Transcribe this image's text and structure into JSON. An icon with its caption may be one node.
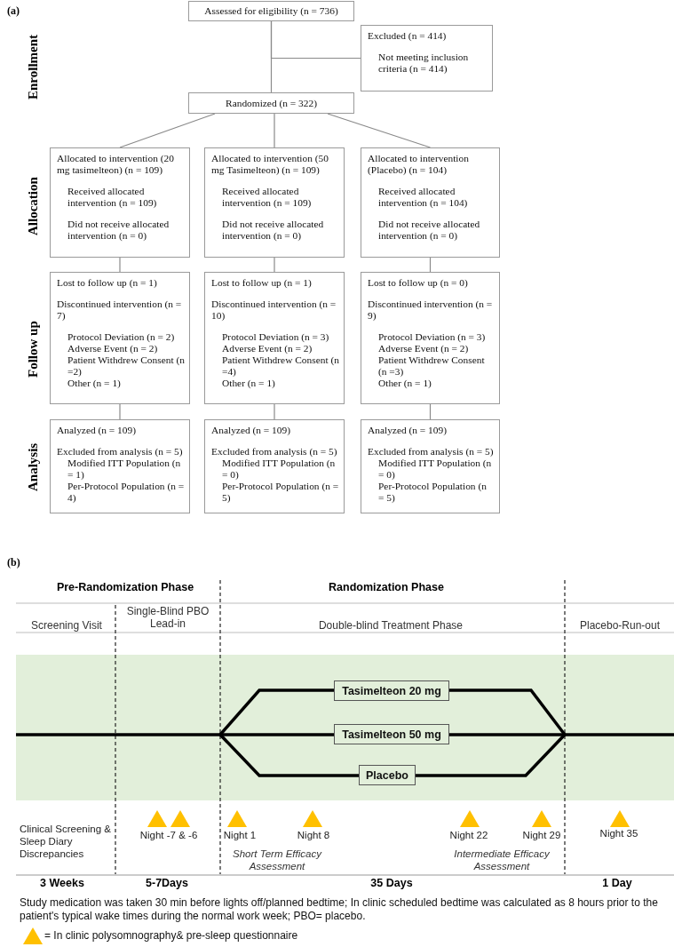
{
  "diagram": {
    "nodes": [
      {
        "text": [
          "Assessed for eligibility (n = 736)"
        ]
      },
      {
        "text": [
          "Excluded (n = 414)",
          "Not meeting inclusion criteria (n = 414)"
        ]
      },
      {
        "text": [
          "Randomized (n = 322)"
        ]
      },
      {
        "text": [
          "Allocated to intervention (20 mg tasimelteon) (n = 109)",
          "Received allocated intervention (n = 109)",
          "Did not receive allocated intervention (n = 0)"
        ]
      },
      {
        "text": [
          "Allocated to intervention (50 mg Tasimelteon) (n = 109)",
          "Received allocated intervention (n = 109)",
          "Did not receive allocated intervention (n = 0)"
        ]
      },
      {
        "text": [
          "Allocated to intervention (Placebo) (n = 104)",
          "Received allocated intervention (n = 104)",
          "Did not receive allocated intervention (n = 0)"
        ]
      },
      {
        "text": [
          "Lost to follow up (n = 1)",
          "Discontinued intervention (n = 7)",
          "Protocol Deviation (n = 2)",
          "Adverse Event (n = 2)",
          "Patient Withdrew Consent (n =2)",
          "Other (n = 1)"
        ]
      },
      {
        "text": [
          "Lost to follow up (n = 1)",
          "Discontinued intervention (n = 10)",
          "Protocol Deviation (n = 3)",
          "Adverse Event (n = 2)",
          "Patient Withdrew Consent (n =4)",
          "Other (n = 1)"
        ]
      },
      {
        "text": [
          "Lost to follow up (n = 0)",
          "Discontinued intervention (n = 9)",
          "Protocol Deviation (n = 3)",
          "Adverse Event (n = 2)",
          "Patient Withdrew Consent (n =3)",
          "Other (n = 1)"
        ]
      },
      {
        "text": [
          "Analyzed (n = 109)",
          "Excluded from analysis (n = 5)",
          "Modified ITT Population (n = 1)",
          "Per-Protocol Population (n = 4)"
        ]
      },
      {
        "text": [
          "Analyzed (n = 109)",
          "Excluded from analysis (n = 5)",
          "Modified ITT Population (n = 0)",
          "Per-Protocol Population (n = 5)"
        ]
      },
      {
        "text": [
          "Analyzed (n = 109)",
          "Excluded from analysis (n = 5)",
          "Modified ITT Population (n = 0)",
          "Per-Protocol Population (n = 5)"
        ]
      },
      {
        "text": [
          "Tasimelteon 20 mg"
        ]
      },
      {
        "text": [
          "Tasimelteon 50 mg"
        ]
      },
      {
        "text": [
          "Placebo"
        ]
      }
    ],
    "edges": [
      {
        "from": 0,
        "to": 2,
        "arrow": "none"
      },
      {
        "from": 0,
        "to": 1,
        "arrow": "none"
      },
      {
        "from": 2,
        "to": 3,
        "arrow": "none"
      },
      {
        "from": 2,
        "to": 4,
        "arrow": "none"
      },
      {
        "from": 2,
        "to": 5,
        "arrow": "none"
      },
      {
        "from": 3,
        "to": 6,
        "arrow": "none"
      },
      {
        "from": 4,
        "to": 7,
        "arrow": "none"
      },
      {
        "from": 5,
        "to": 8,
        "arrow": "none"
      },
      {
        "from": 6,
        "to": 9,
        "arrow": "none"
      },
      {
        "from": 7,
        "to": 10,
        "arrow": "none"
      },
      {
        "from": 8,
        "to": 11,
        "arrow": "none"
      }
    ],
    "labels": [
      "(a)",
      "Enrollment",
      "Allocation",
      "Follow up",
      "Analysis",
      "(b)",
      "Pre-Randomization Phase",
      "Randomization Phase",
      "Screening Visit",
      "Single-Blind PBO Lead-in",
      "Double-blind Treatment Phase",
      "Placebo-Run-out",
      "Clinical Screening & Sleep Diary Discrepancies",
      "Night -7 & -6",
      "Night 1",
      "Night 8",
      "Night 22",
      "Night 29",
      "Night 35",
      "Short Term Efficacy Assessment",
      "Intermediate Efficacy Assessment",
      "3 Weeks",
      "5-7Days",
      "35 Days",
      "1 Day",
      "Study medication was taken 30 min before lights off/planned bedtime; In clinic scheduled bedtime was calculated as 8 hours prior to the patient's typical wake times during the normal work week; PBO= placebo."
    ],
    "legend": [
      {
        "text": "= In clinic polysomnography& pre-sleep questionnaire"
      }
    ]
  }
}
